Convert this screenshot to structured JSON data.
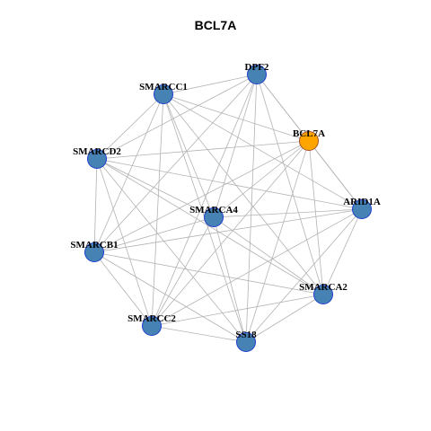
{
  "title": "BCL7A",
  "colors": {
    "node_fill": "#4682b4",
    "node_stroke": "#1f3fcf",
    "highlight_fill": "#ffa500",
    "highlight_stroke": "#a0522d",
    "edge": "#b3b3b3"
  },
  "nodes": [
    {
      "id": "DPF2",
      "label": "DPF2",
      "highlight": false
    },
    {
      "id": "SMARCC1",
      "label": "SMARCC1",
      "highlight": false
    },
    {
      "id": "BCL7A",
      "label": "BCL7A",
      "highlight": true
    },
    {
      "id": "SMARCD2",
      "label": "SMARCD2",
      "highlight": false
    },
    {
      "id": "ARID1A",
      "label": "ARID1A",
      "highlight": false
    },
    {
      "id": "SMARCA4",
      "label": "SMARCA4",
      "highlight": false
    },
    {
      "id": "SMARCB1",
      "label": "SMARCB1",
      "highlight": false
    },
    {
      "id": "SMARCA2",
      "label": "SMARCA2",
      "highlight": false
    },
    {
      "id": "SMARCC2",
      "label": "SMARCC2",
      "highlight": false
    },
    {
      "id": "SS18",
      "label": "SS18",
      "highlight": false
    }
  ],
  "edges": [
    [
      "DPF2",
      "SMARCC1"
    ],
    [
      "DPF2",
      "BCL7A"
    ],
    [
      "DPF2",
      "SMARCD2"
    ],
    [
      "DPF2",
      "ARID1A"
    ],
    [
      "DPF2",
      "SMARCA4"
    ],
    [
      "DPF2",
      "SMARCB1"
    ],
    [
      "DPF2",
      "SMARCA2"
    ],
    [
      "DPF2",
      "SMARCC2"
    ],
    [
      "DPF2",
      "SS18"
    ],
    [
      "SMARCC1",
      "BCL7A"
    ],
    [
      "SMARCC1",
      "SMARCD2"
    ],
    [
      "SMARCC1",
      "ARID1A"
    ],
    [
      "SMARCC1",
      "SMARCA4"
    ],
    [
      "SMARCC1",
      "SMARCB1"
    ],
    [
      "SMARCC1",
      "SMARCA2"
    ],
    [
      "SMARCC1",
      "SMARCC2"
    ],
    [
      "SMARCC1",
      "SS18"
    ],
    [
      "BCL7A",
      "SMARCD2"
    ],
    [
      "BCL7A",
      "ARID1A"
    ],
    [
      "BCL7A",
      "SMARCA4"
    ],
    [
      "BCL7A",
      "SMARCB1"
    ],
    [
      "BCL7A",
      "SMARCA2"
    ],
    [
      "BCL7A",
      "SMARCC2"
    ],
    [
      "BCL7A",
      "SS18"
    ],
    [
      "SMARCD2",
      "ARID1A"
    ],
    [
      "SMARCD2",
      "SMARCA4"
    ],
    [
      "SMARCD2",
      "SMARCB1"
    ],
    [
      "SMARCD2",
      "SMARCA2"
    ],
    [
      "SMARCD2",
      "SMARCC2"
    ],
    [
      "SMARCD2",
      "SS18"
    ],
    [
      "ARID1A",
      "SMARCA4"
    ],
    [
      "ARID1A",
      "SMARCB1"
    ],
    [
      "ARID1A",
      "SMARCA2"
    ],
    [
      "ARID1A",
      "SMARCC2"
    ],
    [
      "ARID1A",
      "SS18"
    ],
    [
      "SMARCA4",
      "SMARCB1"
    ],
    [
      "SMARCA4",
      "SMARCA2"
    ],
    [
      "SMARCA4",
      "SMARCC2"
    ],
    [
      "SMARCA4",
      "SS18"
    ],
    [
      "SMARCB1",
      "SMARCA2"
    ],
    [
      "SMARCB1",
      "SMARCC2"
    ],
    [
      "SMARCB1",
      "SS18"
    ],
    [
      "SMARCA2",
      "SMARCC2"
    ],
    [
      "SMARCA2",
      "SS18"
    ],
    [
      "SMARCC2",
      "SS18"
    ]
  ]
}
